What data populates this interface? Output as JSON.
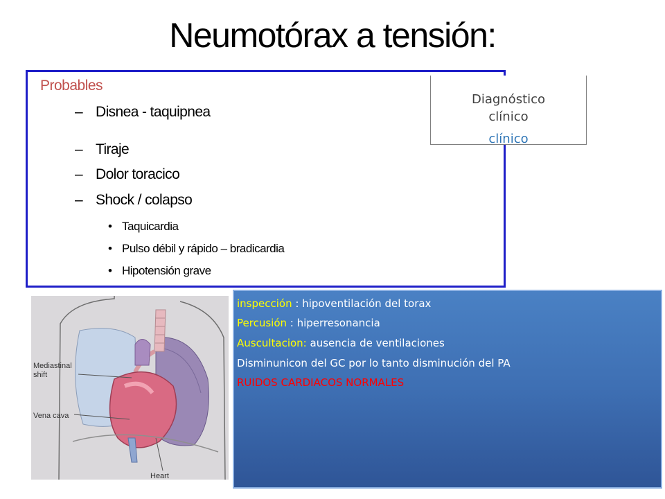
{
  "slide": {
    "title": "Neumotórax a tensión:"
  },
  "symptoms": {
    "heading": "Probables",
    "dash_char": "–",
    "bullet_char": "•",
    "dash_items": [
      "Disnea - taquipnea",
      "Tiraje",
      "Dolor toracico",
      "Shock / colapso"
    ],
    "bullet_items": [
      "Taquicardia",
      "Pulso débil y rápido – bradicardia",
      "Hipotensión grave"
    ]
  },
  "diagnosis": {
    "title_line1": "Diagnóstico",
    "title_line2": "clínico",
    "ghost_text": "clínico",
    "ghost_color": "#2e75b6"
  },
  "illustration": {
    "labels": [
      "Mediastinal shift",
      "Vena cava",
      "Heart"
    ]
  },
  "findings": {
    "lines": [
      {
        "label": " inspección",
        "text": " : hipoventilación del torax"
      },
      {
        "label": "Percusión",
        "text": " : hiperresonancia"
      },
      {
        "label": "Auscultacion:",
        "text": " ausencia de ventilaciones"
      },
      {
        "label": "",
        "text": "Disminunicon del GC  por lo tanto disminución del PA"
      },
      {
        "label": "RUIDOS CARDIACOS NORMALES",
        "text": ""
      }
    ],
    "colors": {
      "label": "#ffff00",
      "text": "#ffffff",
      "alert": "#ff0000",
      "box": "#3e6fb3"
    }
  }
}
